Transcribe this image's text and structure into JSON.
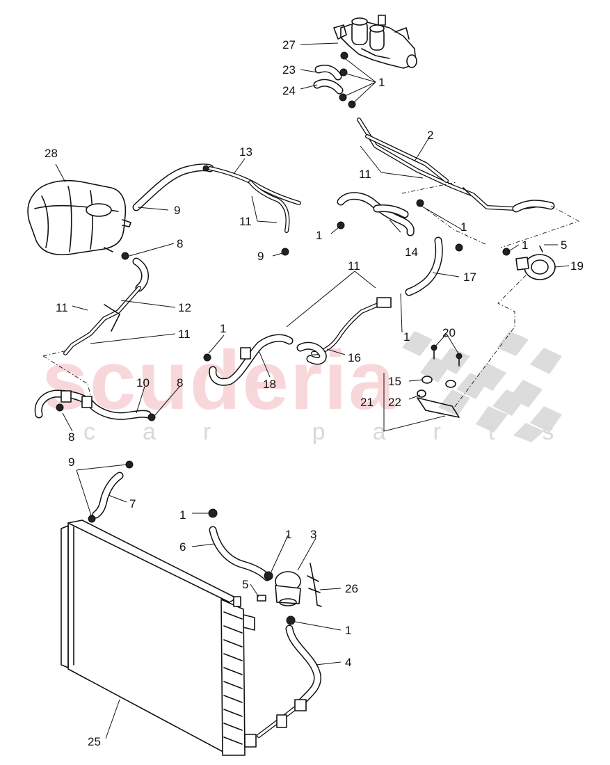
{
  "watermark": {
    "brand": "scuderia",
    "tagline": "car parts",
    "color": "#f3b8bc"
  },
  "callouts": [
    "1",
    "2",
    "3",
    "4",
    "5",
    "6",
    "7",
    "8",
    "9",
    "10",
    "11",
    "12",
    "13",
    "14",
    "15",
    "16",
    "17",
    "18",
    "19",
    "20",
    "21",
    "22",
    "23",
    "24",
    "25",
    "26",
    "27",
    "28"
  ]
}
